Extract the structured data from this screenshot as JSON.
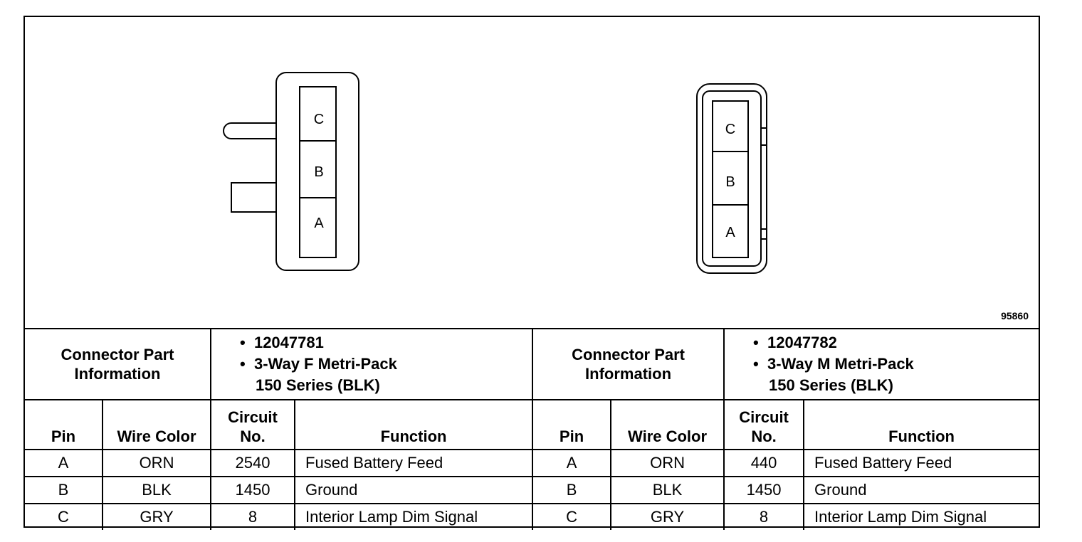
{
  "connectors": [
    {
      "pins_drawn": [
        "C",
        "B",
        "A"
      ],
      "info_label": "Connector Part Information",
      "part_number": "12047781",
      "description_line1": "3-Way F Metri-Pack",
      "description_line2": "150 Series (BLK)"
    },
    {
      "pins_drawn": [
        "C",
        "B",
        "A"
      ],
      "info_label": "Connector Part Information",
      "part_number": "12047782",
      "description_line1": "3-Way M Metri-Pack",
      "description_line2": "150 Series (BLK)"
    }
  ],
  "figure_id": "95860",
  "headers": {
    "pin": "Pin",
    "wire_color": "Wire Color",
    "circuit_line1": "Circuit",
    "circuit_line2": "No.",
    "function": "Function"
  },
  "rows": [
    {
      "pin": "A",
      "wire_color": "ORN",
      "circuit_left": "2540",
      "circuit_right": "440",
      "function": "Fused Battery Feed"
    },
    {
      "pin": "B",
      "wire_color": "BLK",
      "circuit_left": "1450",
      "circuit_right": "1450",
      "function": "Ground"
    },
    {
      "pin": "C",
      "wire_color": "GRY",
      "circuit_left": "8",
      "circuit_right": "8",
      "function": "Interior Lamp Dim Signal"
    }
  ],
  "bullet": "•"
}
